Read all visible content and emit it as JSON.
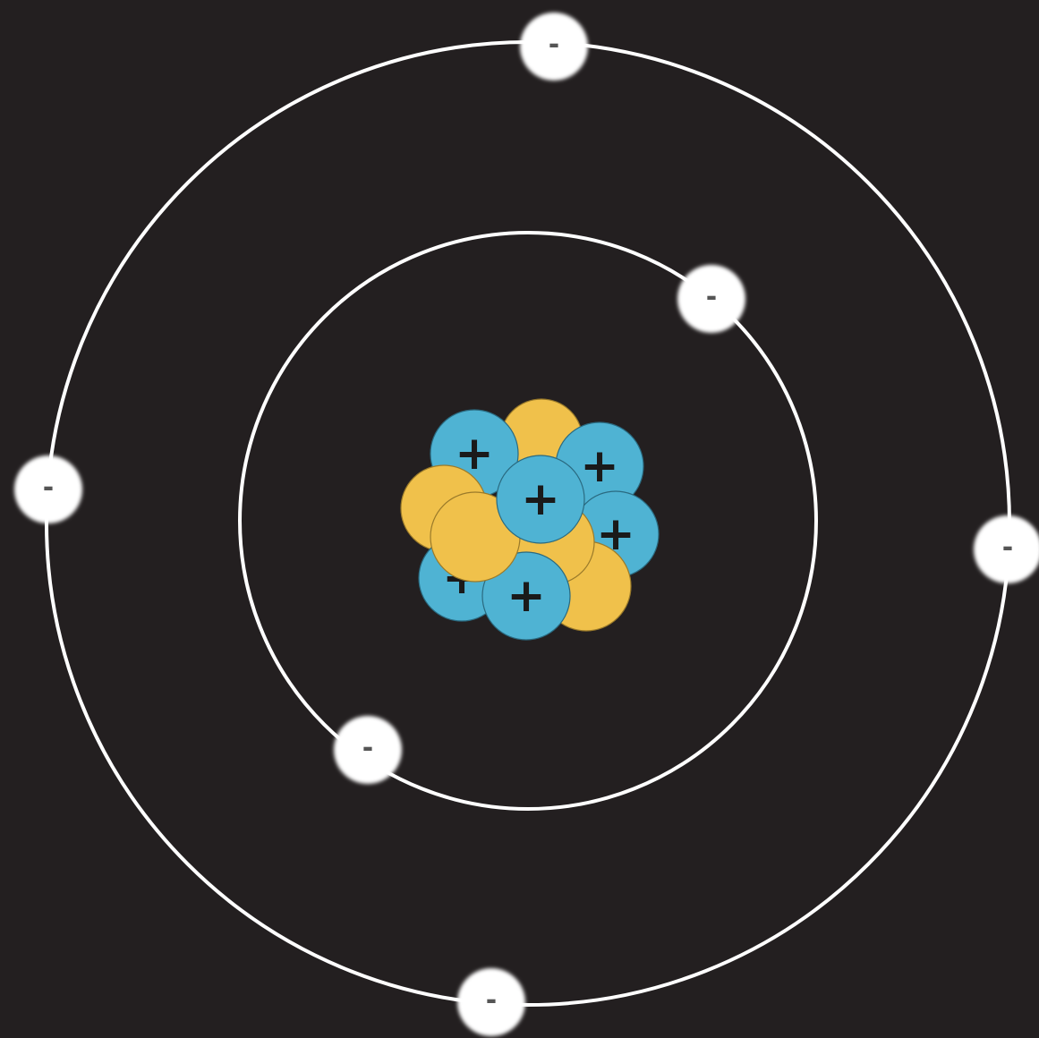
{
  "diagram": {
    "colors": {
      "background": "#231f20",
      "orbit": "#ffffff",
      "proton": "#4fb3d3",
      "neutron": "#f0c14b",
      "electron": "#ffffff",
      "electron_sign": "#555555",
      "proton_sign": "#1a1a1a"
    },
    "shells": [
      {
        "name": "inner-shell",
        "electron_count": 2
      },
      {
        "name": "outer-shell",
        "electron_count": 4
      }
    ],
    "nucleus": {
      "proton_count": 6,
      "neutron_count": 6,
      "proton_symbol": "+"
    },
    "electron_symbol": "-"
  }
}
